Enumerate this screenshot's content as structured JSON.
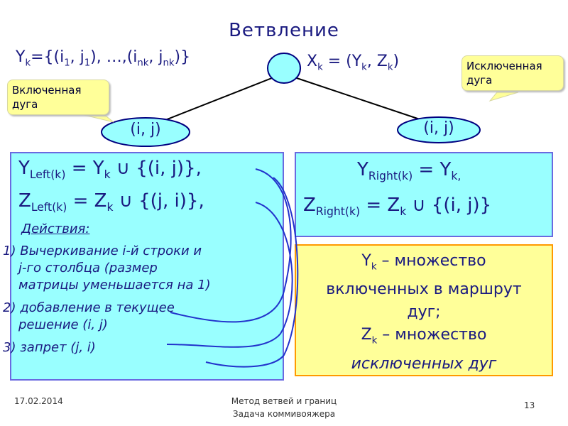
{
  "slide": {
    "title": "Ветвление",
    "yk_def": {
      "lhs": "Y",
      "lhs_sub": "k",
      "rhs_a": "={(i",
      "s1": "1",
      "m1": ", j",
      "s2": "1",
      "m2": "), …,(i",
      "s3": "nk",
      "m3": ", j",
      "s4": "nk",
      "end": ")}"
    },
    "xk_def": {
      "x": "X",
      "x_sub": "k",
      "mid": " = (Y",
      "y_sub": "k",
      "mid2": ", Z",
      "z_sub": "k",
      "end": ")"
    },
    "callout_left": {
      "line1": "Включенная",
      "line2": "дуга"
    },
    "callout_right": {
      "line1": "Исключенная",
      "line2": "дуга"
    },
    "node_left_label": "(i, j)",
    "node_right_label": "(i, j)",
    "left_box": {
      "y_line": {
        "a": "Y",
        "sub": "Left(k)",
        "b": " = Y",
        "sub2": "k",
        "c": " ∪ {(i, j)},"
      },
      "z_line": {
        "a": "Z",
        "sub": "Left(k)",
        "b": " = Z",
        "sub2": "k",
        "c": " ∪ {(j, i)},"
      },
      "actions_title": "Действия:",
      "actions": [
        {
          "num": "1)",
          "lines": [
            "Вычеркивание i-й строки и",
            "j-го столбца (размер",
            "матрицы уменьшается на 1)"
          ]
        },
        {
          "num": "2)",
          "lines": [
            "добавление в текущее",
            "решение (i, j)"
          ]
        },
        {
          "num": "3)",
          "lines": [
            "запрет (j, i)"
          ]
        }
      ]
    },
    "right_box": {
      "y_line": {
        "a": "Y",
        "sub": "Right(k)",
        "b": " = Y",
        "sub2": "k,",
        "c": ""
      },
      "z_line": {
        "a": "Z",
        "sub": "Right(k)",
        "b": " = Z",
        "sub2": "k",
        "c": " ∪ {(i, j)}"
      }
    },
    "bottom_box": {
      "lines": [
        "Y",
        "k",
        " – множество",
        "включенных в маршрут",
        "дуг;",
        "Z",
        "k",
        " – множество",
        "исключенных дуг"
      ]
    },
    "footer": {
      "date": "17.02.2014",
      "caption_line1": "Метод ветвей и границ",
      "caption_line2": "Задача коммивояжера",
      "page": "13"
    },
    "colors": {
      "box_fill": "#99ffff",
      "callout_fill": "#ffff99",
      "note_border": "#ff9900",
      "text": "#1a1a80",
      "arc": "#2233cc"
    }
  }
}
